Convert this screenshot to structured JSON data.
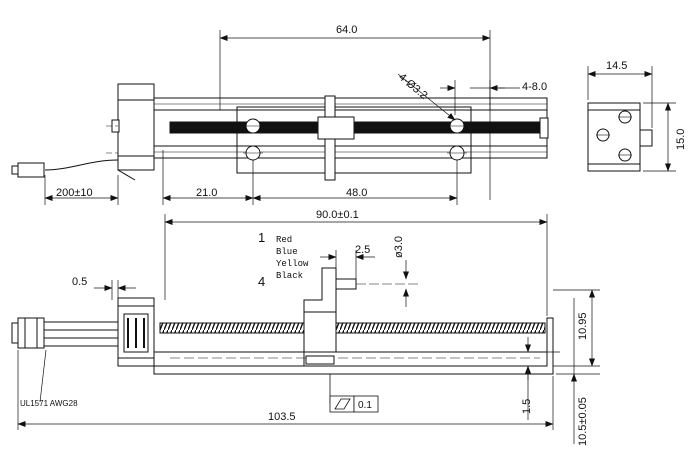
{
  "dimensions": {
    "top_overall": "64.0",
    "hole_spec": "4-Ø3.2",
    "slot_spec": "4-8.0",
    "cable_length": "200±10",
    "left_offset": "21.0",
    "hole_pitch": "48.0",
    "end_width": "14.5",
    "end_height": "15.0",
    "body_length": "90.0±0.1",
    "lug_offset": "2.5",
    "pin_dia": "ø3.0",
    "gap": "0.5",
    "total_length": "103.5",
    "rail_height": "10.95",
    "base_thickness": "1.5",
    "overall_height": "10.5±0.05",
    "flatness": "0.1"
  },
  "wire_legend": {
    "first_pin": "1",
    "last_pin": "4",
    "colors": [
      "Red",
      "Blue",
      "Yellow",
      "Black"
    ]
  },
  "cable_spec": "UL1571 AWG28"
}
